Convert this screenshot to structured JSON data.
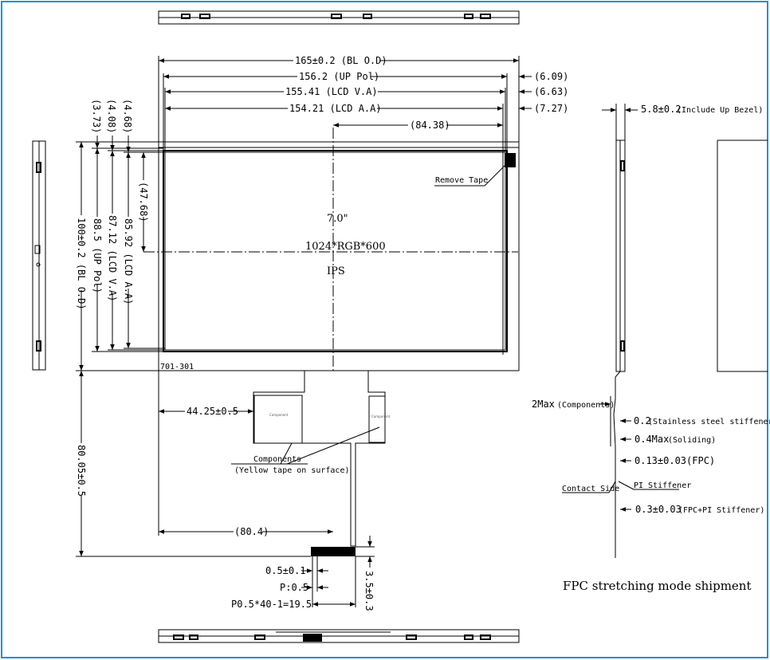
{
  "colors": {
    "border": "#1a8fd6",
    "ink": "#000000",
    "background": "#ffffff"
  },
  "dims": {
    "bl_od_w": "165±0.2 (BL O.D)",
    "up_pol_w": "156.2 (UP Pol)",
    "lcd_va_w": "155.41 (LCD V.A)",
    "lcd_aa_w": "154.21 (LCD A.A)",
    "r609": "(6.09)",
    "r663": "(6.63)",
    "r727": "(7.27)",
    "center_x": "(84.38)",
    "t373": "(3.73)",
    "t408": "(4.08)",
    "t468": "(4.68)",
    "center_y": "(47.68)",
    "bl_od_h": "100±0.2 (BL O.D)",
    "up_pol_h": "88.5 (UP Pol)",
    "lcd_va_h": "87.12 (LCD V.A)",
    "lcd_aa_h": "85.92 (LCD A.A)",
    "fpc_len": "80.05±0.5",
    "fpc_offset": "44.25±0.5",
    "fpc_center": "(80.4)",
    "pin_w": "0.5±0.1",
    "pitch": "P:0.5",
    "pitch_total": "P0.5*40-1=19.5",
    "tail": "3.5±0.3",
    "thickness": "5.8±0.2",
    "thickness_note": "(Include Up Bezel)",
    "max_comp": "2Max",
    "max_comp_note": "(Components)",
    "stiffener": "0.2",
    "stiffener_note": "(Stainless steel stiffener)",
    "solder": "0.4Max",
    "solder_note": "(Soliding)",
    "fpc_t": "0.13±0.03(FPC)",
    "fpc_pi": "0.3±0.03",
    "fpc_pi_note": "(FPC+PI Stiffener)"
  },
  "labels": {
    "size": "7.0\"",
    "resolution": "1024*RGB*600",
    "panel_type": "IPS",
    "remove_tape": "Remove Tape",
    "part_no": "701-301",
    "components": "Components",
    "yellow_tape": "(Yellow tape on surface)",
    "contact_side": "Contact Side",
    "pi_stiffener": "PI Stiffener",
    "fpc_note": "FPC stretching mode shipment",
    "chip_text": "Component"
  }
}
